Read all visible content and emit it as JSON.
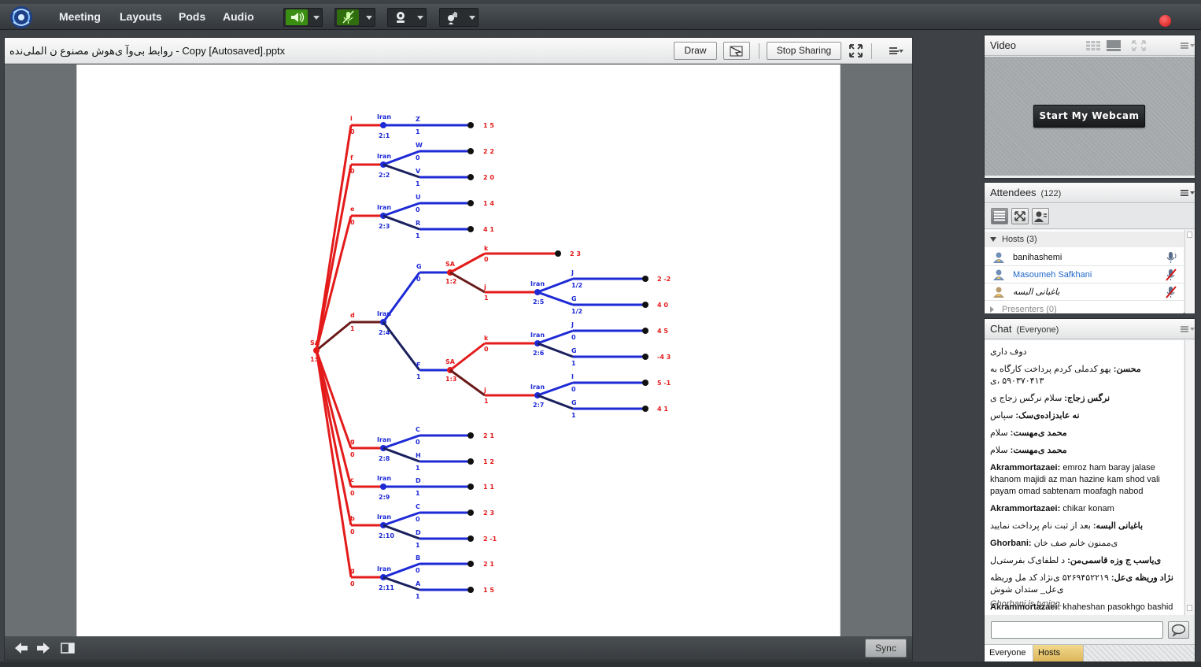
{
  "menu": {
    "items": [
      "Meeting",
      "Layouts",
      "Pods",
      "Audio"
    ]
  },
  "colors": {
    "accent_green": "#4fb81c",
    "record_red": "#d41414",
    "tree_red": "#e41b1b",
    "tree_blue": "#1d2ad6",
    "tree_dark": "#6b1a1a",
    "host_link": "#1e66c8"
  },
  "share": {
    "title": "روابط بی‌وآ ی‌هوش مصنوع ن‌ الملی‌نده - Copy [Autosaved].pptx",
    "draw_label": "Draw",
    "stop_label": "Stop Sharing",
    "sync_label": "Sync"
  },
  "tree": {
    "root": {
      "player": "SA",
      "node": "1:1"
    },
    "branches": [
      {
        "act": "i",
        "prob": "0",
        "player": "Iran",
        "node": "2:1",
        "leaves": [
          {
            "act": "Z",
            "prob": "1",
            "payoff": "1  5"
          }
        ]
      },
      {
        "act": "f",
        "prob": "0",
        "player": "Iran",
        "node": "2:2",
        "leaves": [
          {
            "act": "W",
            "prob": "0",
            "payoff": "2  2"
          },
          {
            "act": "V",
            "prob": "1",
            "payoff": "2  0"
          }
        ]
      },
      {
        "act": "e",
        "prob": "0",
        "player": "Iran",
        "node": "2:3",
        "leaves": [
          {
            "act": "U",
            "prob": "0",
            "payoff": "1  4"
          },
          {
            "act": "R",
            "prob": "1",
            "payoff": "4  1"
          }
        ]
      },
      {
        "act": "d",
        "prob": "1",
        "player": "Iran",
        "node": "2:4"
      },
      {
        "act": "g",
        "prob": "0",
        "player": "Iran",
        "node": "2:8",
        "leaves": [
          {
            "act": "C",
            "prob": "0",
            "payoff": "2  1"
          },
          {
            "act": "H",
            "prob": "1",
            "payoff": "1  2"
          }
        ]
      },
      {
        "act": "c",
        "prob": "0",
        "player": "Iran",
        "node": "2:9",
        "leaves": [
          {
            "act": "D",
            "prob": "1",
            "payoff": "1  1"
          }
        ]
      },
      {
        "act": "b",
        "prob": "0",
        "player": "Iran",
        "node": "2:10",
        "leaves": [
          {
            "act": "C",
            "prob": "0",
            "payoff": "2  3"
          },
          {
            "act": "D",
            "prob": "1",
            "payoff": "2  -1"
          }
        ]
      },
      {
        "act": "g",
        "prob": "0",
        "player": "Iran",
        "node": "2:11",
        "leaves": [
          {
            "act": "B",
            "prob": "0",
            "payoff": "2  1"
          },
          {
            "act": "A",
            "prob": "1",
            "payoff": "1  5"
          }
        ]
      }
    ],
    "sub_g": {
      "act": "G",
      "prob": "0",
      "player": "SA",
      "node": "1:2",
      "k": {
        "act": "k",
        "prob": "0",
        "payoff": "2  3"
      },
      "j": {
        "act": "j",
        "prob": "1",
        "player": "Iran",
        "node": "2:5",
        "leaves": [
          {
            "act": "J",
            "prob": "1/2",
            "payoff": "2  -2"
          },
          {
            "act": "G",
            "prob": "1/2",
            "payoff": "4  0"
          }
        ]
      }
    },
    "sub_f": {
      "act": "F",
      "prob": "1",
      "player": "SA",
      "node": "1:3",
      "k": {
        "act": "k",
        "prob": "0",
        "player": "Iran",
        "node": "2:6",
        "leaves": [
          {
            "act": "J",
            "prob": "0",
            "payoff": "4  5"
          },
          {
            "act": "G",
            "prob": "1",
            "payoff": "-4  3"
          }
        ]
      },
      "j": {
        "act": "j",
        "prob": "1",
        "player": "Iran",
        "node": "2:7",
        "leaves": [
          {
            "act": "I",
            "prob": "0",
            "payoff": "5  -1"
          },
          {
            "act": "G",
            "prob": "1",
            "payoff": "4  1"
          }
        ]
      }
    }
  },
  "video": {
    "title": "Video",
    "webcam_label": "Start My Webcam"
  },
  "attendees": {
    "title": "Attendees",
    "count": "(122)",
    "hosts_label": "Hosts (3)",
    "hosts": [
      {
        "name": "banihashemi",
        "highlight": false
      },
      {
        "name": "Masoumeh Safkhani",
        "highlight": true
      },
      {
        "name": "باغبانی البسه",
        "highlight": false
      }
    ],
    "presenters_label": "Presenters (0)"
  },
  "chat": {
    "title": "Chat",
    "scope": "(Everyone)",
    "messages": [
      {
        "who": "",
        "text": "دوف داری",
        "rtl": true
      },
      {
        "who": "محسن: ",
        "text": "یهو کدملی کردم پرداخت کارگاه به ۵۹۰۳۷۰۴۱۳ ،ی",
        "rtl": true
      },
      {
        "who": "نرگس زجاج: ",
        "text": "سلام نرگس زجاج ی",
        "rtl": true
      },
      {
        "who": "نه عابدزاده‌ی‌سک: ",
        "text": "سپاس",
        "rtl": true
      },
      {
        "who": "محمد ی‌مهست: ",
        "text": "سلام",
        "rtl": true
      },
      {
        "who": "محمد ی‌مهست: ",
        "text": "سلام",
        "rtl": true
      },
      {
        "who": "Akrammortazaei: ",
        "text": "emroz ham baray jalase khanom majidi az man hazine kam shod vali payam omad sabtenam moafagh nabod",
        "rtl": false
      },
      {
        "who": "Akrammortazaei: ",
        "text": "chikar konam",
        "rtl": false
      },
      {
        "who": "باغبانی البسه: ",
        "text": "بعد از ثبت نام پرداخت نمایید",
        "rtl": true
      },
      {
        "who": "Ghorbani: ",
        "text": "ی‌ممنون خانم صف خان",
        "rtl": false
      },
      {
        "who": "ی‌یاسب ج وزه قاسمی‌من: ",
        "text": "د لطفا‌ی‌ک بفرستی‌ل",
        "rtl": true
      },
      {
        "who": "نژاد وریظه ی‌عل: ",
        "text": "۵۲۶۹۴۵۲۲۱۹ ی‌نژاد کد مل وریظه ی‌عل_ ستدان شوش",
        "rtl": true
      },
      {
        "who": "Akrammortazaei: ",
        "text": "khaheshan pasokhgo bashid",
        "rtl": false
      }
    ],
    "typing": "Ghorbani is typing...",
    "input_value": "",
    "tab_everyone": "Everyone",
    "tab_hosts": "Hosts"
  }
}
